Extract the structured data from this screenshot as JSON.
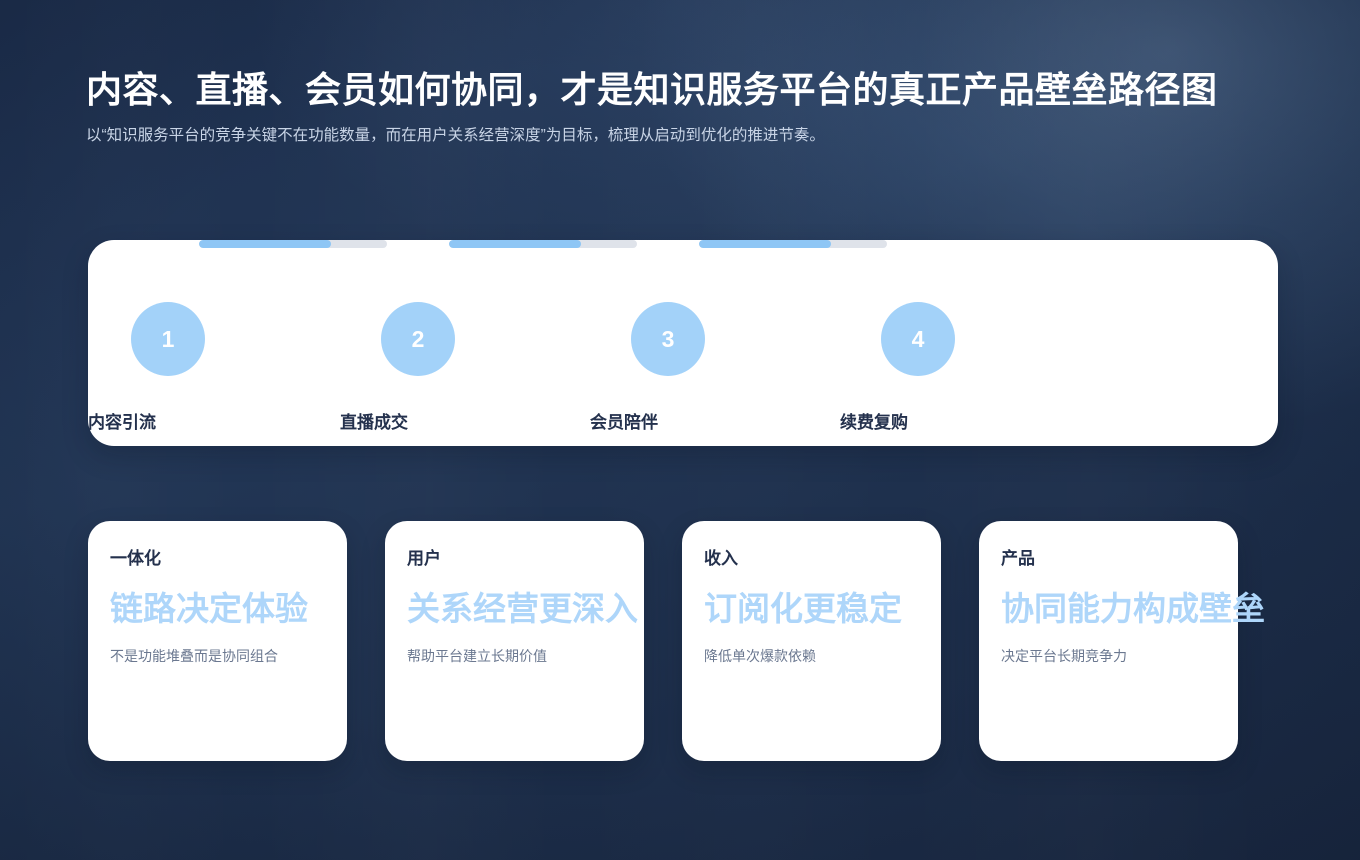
{
  "header": {
    "title": "内容、直播、会员如何协同，才是知识服务平台的真正产品壁垒路径图",
    "subtitle": "以“知识服务平台的竞争关键不在功能数量，而在用户关系经营深度”为目标，梳理从启动到优化的推进节奏。"
  },
  "timeline": {
    "steps": [
      {
        "number": "1",
        "label": "内容引流"
      },
      {
        "number": "2",
        "label": "直播成交"
      },
      {
        "number": "3",
        "label": "会员陪伴"
      },
      {
        "number": "4",
        "label": "续费复购"
      }
    ]
  },
  "cards": [
    {
      "kicker": "一体化",
      "headline": "链路决定体验",
      "desc": "不是功能堆叠而是协同组合"
    },
    {
      "kicker": "用户",
      "headline": "关系经营更深入",
      "desc": "帮助平台建立长期价值"
    },
    {
      "kicker": "收入",
      "headline": "订阅化更稳定",
      "desc": "降低单次爆款依赖"
    },
    {
      "kicker": "产品",
      "headline": "协同能力构成壁垒",
      "desc": "决定平台长期竞争力"
    }
  ],
  "colors": {
    "background": "#1e3050",
    "panel": "#ffffff",
    "accent": "#a3d2f9",
    "headline_blue": "#aed6fa",
    "track_filled": "#8ec6f5",
    "track_empty": "#dfe3ea",
    "dark_text": "#24314d",
    "muted_text": "#6b7890",
    "subtitle_text": "#c8d4e6"
  }
}
